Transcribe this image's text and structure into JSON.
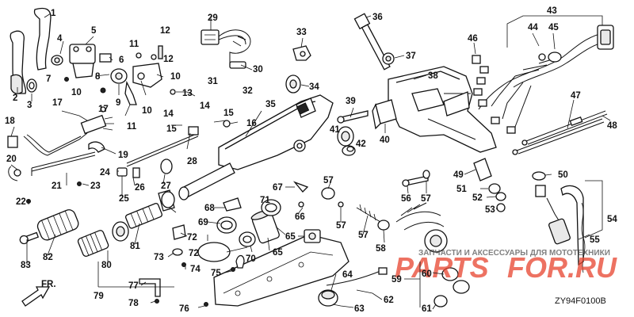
{
  "diagram_code": "ZY94F0100B",
  "front_marker": "FR.",
  "watermark": {
    "caption": "ЗАПЧАСТИ И АКСЕССУАРЫ ДЛЯ МОТОТЕХНИКИ",
    "brand_left": "PARTS",
    "brand_right": "FOR.RU",
    "brand_color": "#e8442e"
  },
  "callouts": [
    "1",
    "2",
    "3",
    "4",
    "5",
    "6",
    "7",
    "8",
    "9",
    "10",
    "10",
    "10",
    "11",
    "11",
    "12",
    "12",
    "13",
    "14",
    "14",
    "15",
    "15",
    "16",
    "17",
    "17",
    "18",
    "19",
    "20",
    "21",
    "22",
    "23",
    "24",
    "25",
    "26",
    "27",
    "28",
    "29",
    "30",
    "31",
    "32",
    "33",
    "34",
    "35",
    "36",
    "37",
    "38",
    "39",
    "40",
    "41",
    "42",
    "43",
    "44",
    "45",
    "46",
    "47",
    "48",
    "49",
    "50",
    "51",
    "52",
    "53",
    "54",
    "55",
    "56",
    "57",
    "57",
    "57",
    "57",
    "58",
    "59",
    "60",
    "61",
    "62",
    "63",
    "64",
    "65",
    "65",
    "66",
    "67",
    "68",
    "69",
    "70",
    "71",
    "72",
    "72",
    "73",
    "74",
    "75",
    "76",
    "77",
    "78",
    "79",
    "80",
    "81",
    "82",
    "83"
  ]
}
